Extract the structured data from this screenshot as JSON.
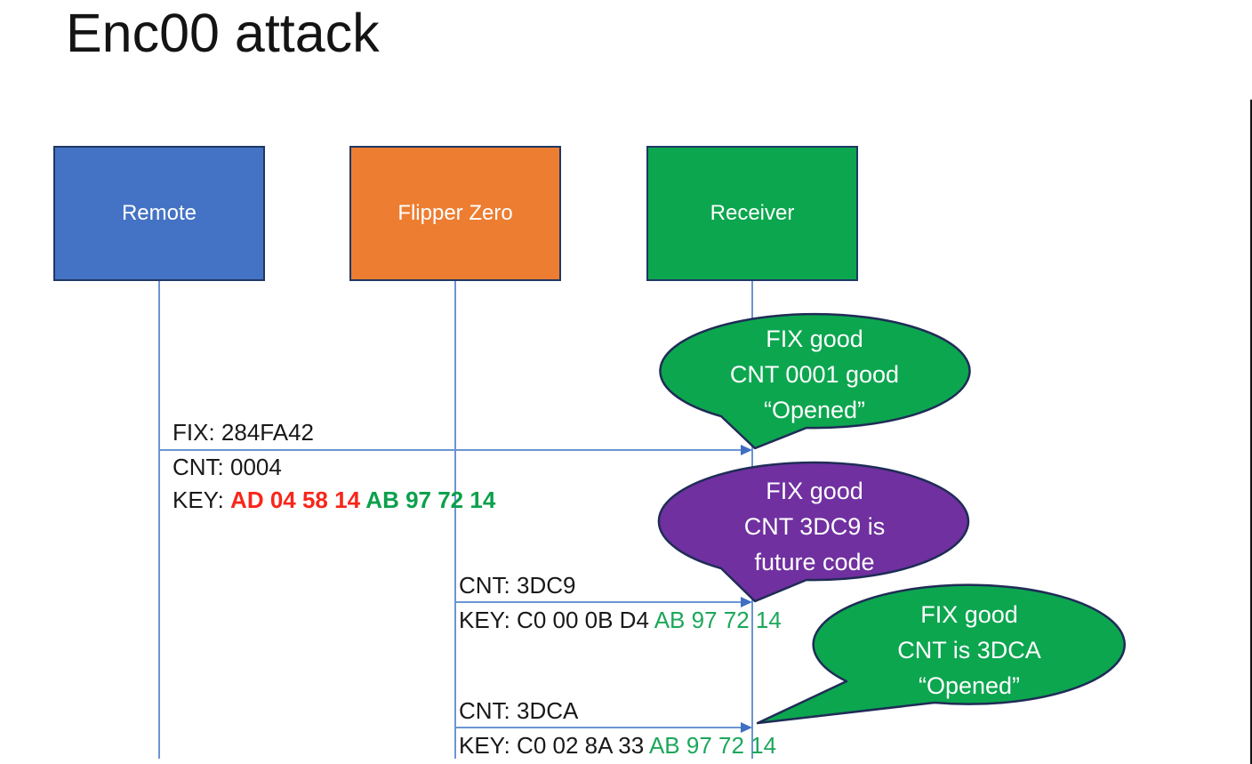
{
  "title": "Enc00 attack",
  "actors": [
    {
      "label": "Remote",
      "color": "#4472C4"
    },
    {
      "label": "Flipper Zero",
      "color": "#ED7D31"
    },
    {
      "label": "Receiver",
      "color": "#0CA64F"
    }
  ],
  "messages": [
    {
      "above": "FIX: 284FA42",
      "line1": "CNT: 0004",
      "key_prefix": "KEY: ",
      "key_red": "AD 04 58 14 ",
      "key_green": "AB 97 72 14"
    },
    {
      "above": "CNT: 3DC9",
      "key_prefix": "KEY: C0 00 0B D4 ",
      "key_green": "AB 97 72 14"
    },
    {
      "above": "CNT: 3DCA",
      "key_prefix": "KEY: C0 02 8A 33 ",
      "key_green": "AB 97 72 14"
    }
  ],
  "callouts": [
    {
      "line1": "FIX good",
      "line2": "CNT 0001 good",
      "line3": "“Opened”",
      "color": "#0CA64F"
    },
    {
      "line1": "FIX good",
      "line2": "CNT 3DC9 is",
      "line3": "future code",
      "color": "#7030A0"
    },
    {
      "line1": "FIX good",
      "line2": "CNT is 3DCA",
      "line3": "“Opened”",
      "color": "#0CA64F"
    }
  ],
  "colors": {
    "arrow_line": "#6C95D2",
    "arrow_head": "#3E6FC4",
    "box_border": "#1F3864",
    "bubble_border": "#1F2C56",
    "key_red": "#F8261A",
    "key_green": "#0CA04C"
  }
}
